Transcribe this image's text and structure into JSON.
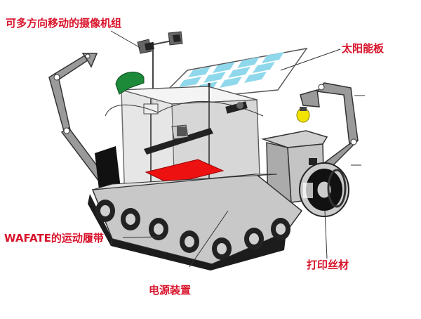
{
  "labels": {
    "camera": "可多方向移动的摄像机组",
    "solar": "太阳能板",
    "tracks": "WAFATE的运动履带",
    "filament": "打印丝材",
    "power": "电源装置"
  },
  "colors": {
    "label_red": "#d8122a",
    "solar_cell": "#8fd8ec",
    "print_bed": "#ee1111",
    "camera_green": "#1d8a3a",
    "bulb_yellow": "#f2e300"
  }
}
